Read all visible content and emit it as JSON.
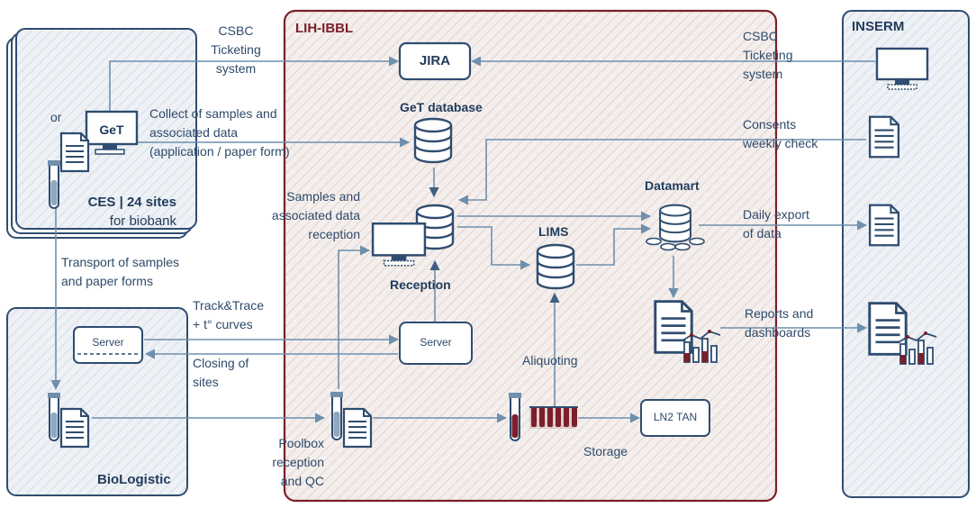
{
  "colors": {
    "navy": "#2f4d70",
    "line": "#6f8fad",
    "lih_border": "#7a1f2b",
    "tube_red": "#7a1f2b"
  },
  "lanes": {
    "lih": "LIH-IBBL",
    "inserm": "INSERM",
    "biologistic": "BioLogistic",
    "ces_line1": "CES | 24 sites",
    "ces_line2": "for biobank"
  },
  "nodes": {
    "jira": "JIRA",
    "get_small": "GeT",
    "get_db": "GeT database",
    "datamart": "Datamart",
    "lims": "LIMS",
    "reception": "Reception",
    "server_left": "Server",
    "server_center": "Server",
    "ln2": "LN2 TAN",
    "or": "or"
  },
  "labels": {
    "csbc_left": "CSBC\nTicketing\nsystem",
    "csbc_right": "CSBC\nTicketing\nsystem",
    "collect": "Collect of samples and\nassociated data\n(application / paper form)",
    "consents": "Consents\nweekly check",
    "samples_reception": "Samples and\nassociated data\nreception",
    "daily_export": "Daily export\nof data",
    "transport": "Transport of samples\nand paper forms",
    "track": "Track&Trace\n+ t° curves",
    "closing": "Closing of\nsites",
    "aliquoting": "Aliquoting",
    "reports": "Reports and\ndashboards",
    "storage": "Storage",
    "poolbox": "Poolbox\nreception\nand QC"
  },
  "icons": [
    "monitor-icon",
    "document-icon",
    "tube-icon",
    "database-icon",
    "datamart-icon",
    "report-chart-icon",
    "tube-rack-icon",
    "server-box"
  ]
}
